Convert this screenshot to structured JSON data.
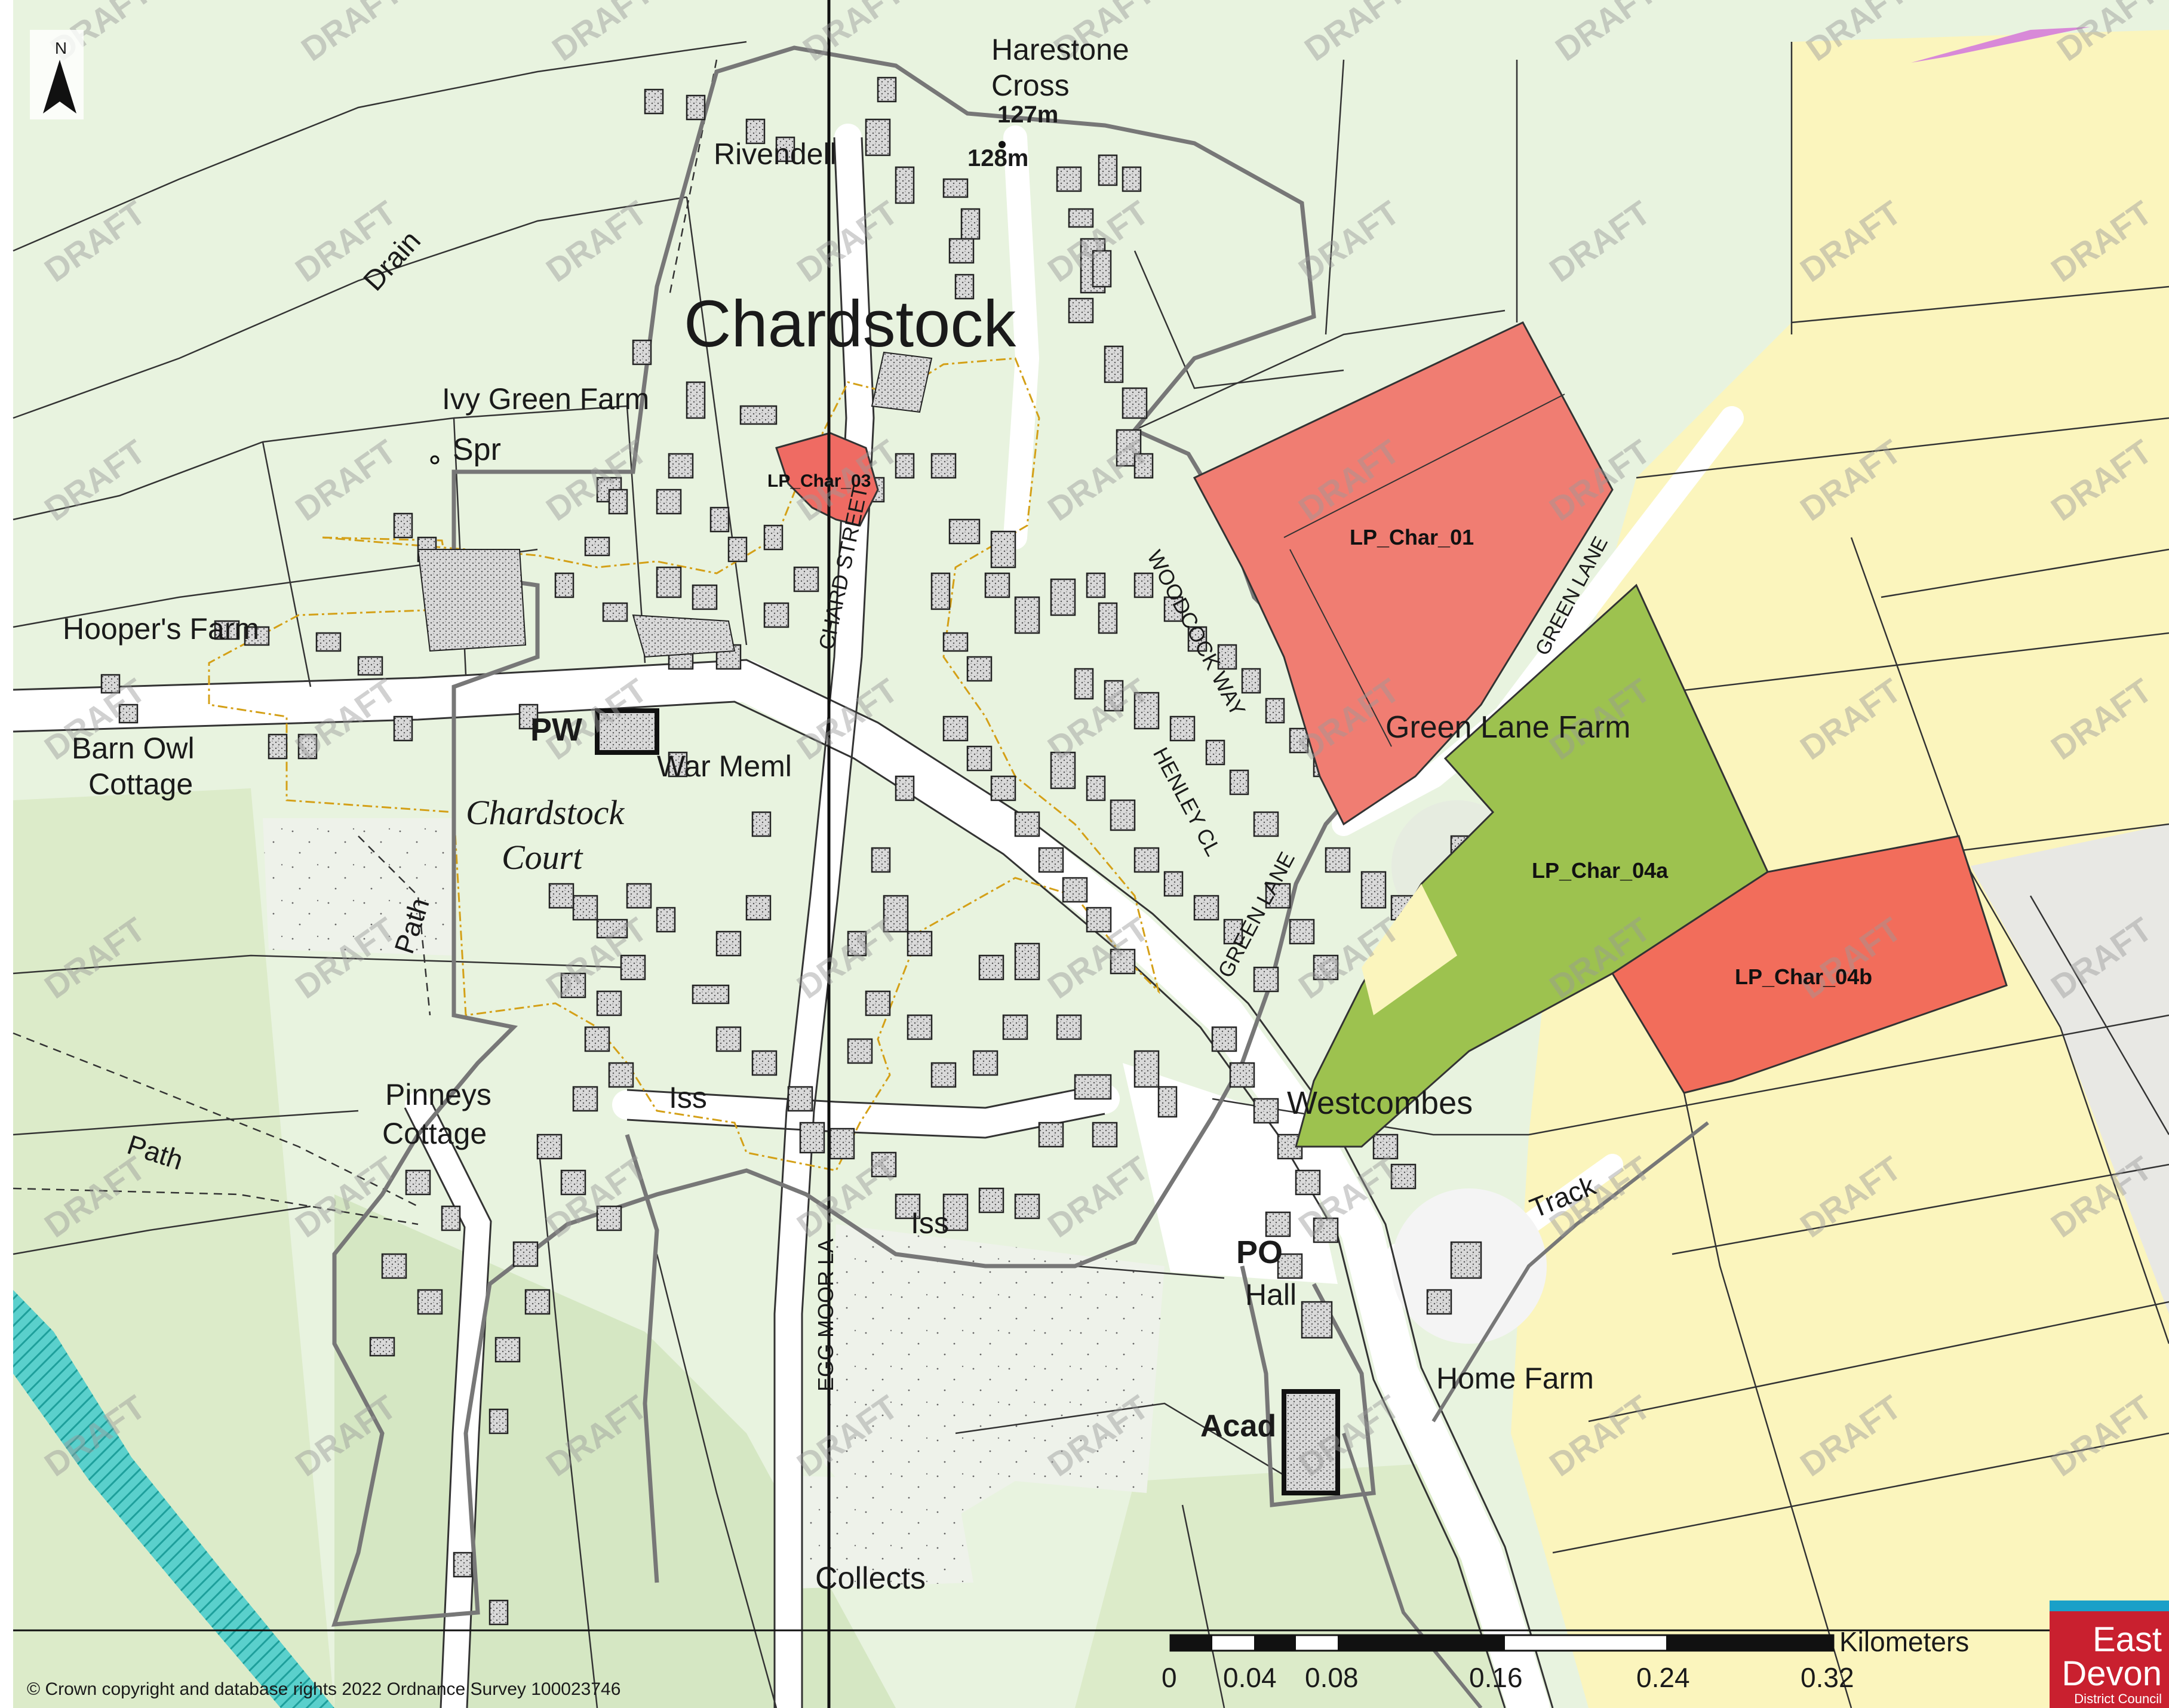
{
  "place_labels": {
    "harestone": "Harestone",
    "cross": "Cross",
    "h127": "127m",
    "h128": "128m",
    "rivendell": "Rivendell",
    "drain": "Drain",
    "chardstock": "Chardstock",
    "ivy_green_farm": "Ivy Green Farm",
    "spr": "Spr",
    "hoopers_farm": "Hooper's Farm",
    "barn_owl": "Barn Owl",
    "cottage": "Cottage",
    "pw": "PW",
    "war_meml": "War Meml",
    "chardstock_italic": "Chardstock",
    "court": "Court",
    "path1": "Path",
    "pinneys": "Pinneys",
    "pinneys_cottage": "Cottage",
    "path2": "Path",
    "iss1": "Iss",
    "iss2": "Iss",
    "chard_street": "CHARD STREET",
    "woodcock_way": "WOODCOCK WAY",
    "henley_cl": "HENLEY CL",
    "green_lane_road": "GREEN LANE",
    "green_lane_top": "GREEN LANE",
    "green_lane_farm": "Green Lane Farm",
    "westcombes": "Westcombes",
    "track": "Track",
    "po": "PO",
    "hall": "Hall",
    "home_farm": "Home Farm",
    "acad": "Acad",
    "egg_moor": "EGG MOOR LA",
    "collects": "Collects"
  },
  "sites": [
    {
      "id": "LP_Char_01",
      "label": "LP_Char_01",
      "color": "#f07d72"
    },
    {
      "id": "LP_Char_03",
      "label": "LP_Char_03",
      "color": "#ef6b63"
    },
    {
      "id": "LP_Char_04a",
      "label": "LP_Char_04a",
      "color": "#9dc24f"
    },
    {
      "id": "LP_Char_04b",
      "label": "LP_Char_04b",
      "color": "#f26d5b"
    }
  ],
  "watermark": "DRAFT",
  "north_arrow": "N",
  "scale_bar": {
    "unit": "Kilometers",
    "ticks": [
      "0",
      "0.04",
      "0.08",
      "0.16",
      "0.24",
      "0.32"
    ]
  },
  "copyright": "© Crown copyright and database rights 2022 Ordnance Survey 100023746",
  "logo": {
    "line1": "East",
    "line2": "Devon",
    "line3": "District Council"
  },
  "colors": {
    "settlement": "#e8f3df",
    "open_green": "#e2efd4",
    "yellow_fields": "#fbf5bd",
    "woodland": "#c9dfb2",
    "river": "#3ec3c0",
    "site_01": "#f07d72",
    "site_03": "#ef6b63",
    "site_04a": "#9dc24f",
    "site_04b": "#f26d5b",
    "boundary": "#7a7a7a",
    "dashed_boundary": "#d4a017"
  }
}
